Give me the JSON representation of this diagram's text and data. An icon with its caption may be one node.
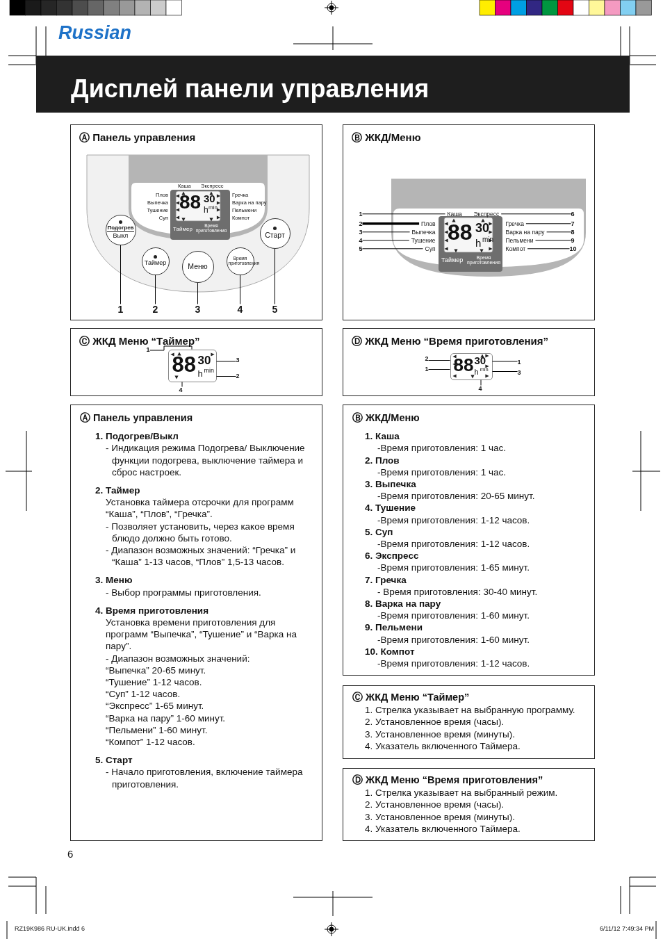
{
  "diagram": {
    "title": "Дисплей панели управления",
    "nodes": [
      {
        "text": [
          "Ⓐ Панель управления"
        ]
      },
      {
        "text": [
          "Подогрев",
          "Выкл"
        ],
        "in": 0
      },
      {
        "text": [
          "Таймер"
        ],
        "in": 0
      },
      {
        "text": [
          "Меню"
        ],
        "in": 0
      },
      {
        "text": [
          "Время приготовления"
        ],
        "in": 0
      },
      {
        "text": [
          "Старт"
        ],
        "in": 0
      },
      {
        "text": [
          "1"
        ],
        "in": 0
      },
      {
        "text": [
          "2"
        ],
        "in": 0
      },
      {
        "text": [
          "3"
        ],
        "in": 0
      },
      {
        "text": [
          "4"
        ],
        "in": 0
      },
      {
        "text": [
          "5"
        ],
        "in": 0
      },
      {
        "text": [
          "Ⓑ ЖКД/Меню"
        ]
      },
      {
        "text": [
          "Каша"
        ],
        "in": 11
      },
      {
        "text": [
          "Плов"
        ],
        "in": 11
      },
      {
        "text": [
          "Выпечка"
        ],
        "in": 11
      },
      {
        "text": [
          "Тушение"
        ],
        "in": 11
      },
      {
        "text": [
          "Суп"
        ],
        "in": 11
      },
      {
        "text": [
          "Экспресс"
        ],
        "in": 11
      },
      {
        "text": [
          "Гречка"
        ],
        "in": 11
      },
      {
        "text": [
          "Варка на пару"
        ],
        "in": 11
      },
      {
        "text": [
          "Пельмени"
        ],
        "in": 11
      },
      {
        "text": [
          "Компот"
        ],
        "in": 11
      },
      {
        "text": [
          "1"
        ],
        "in": 11
      },
      {
        "text": [
          "2"
        ],
        "in": 11
      },
      {
        "text": [
          "3"
        ],
        "in": 11
      },
      {
        "text": [
          "4"
        ],
        "in": 11
      },
      {
        "text": [
          "5"
        ],
        "in": 11
      },
      {
        "text": [
          "6"
        ],
        "in": 11
      },
      {
        "text": [
          "7"
        ],
        "in": 11
      },
      {
        "text": [
          "8"
        ],
        "in": 11
      },
      {
        "text": [
          "9"
        ],
        "in": 11
      },
      {
        "text": [
          "10"
        ],
        "in": 11
      },
      {
        "text": [
          "Ⓒ ЖКД Меню “Таймер”"
        ]
      },
      {
        "text": [
          "1"
        ],
        "in": 32
      },
      {
        "text": [
          "3"
        ],
        "in": 32
      },
      {
        "text": [
          "2"
        ],
        "in": 32
      },
      {
        "text": [
          "4"
        ],
        "in": 32
      },
      {
        "text": [
          "Ⓓ ЖКД Меню “Время приготовления”"
        ]
      },
      {
        "text": [
          "2"
        ],
        "in": 37
      },
      {
        "text": [
          "1"
        ],
        "in": 37
      },
      {
        "text": [
          "1"
        ],
        "in": 37
      },
      {
        "text": [
          "3"
        ],
        "in": 37
      },
      {
        "text": [
          "4"
        ],
        "in": 37
      },
      {
        "text": [
          "Ⓐ Панель управления",
          "1. Подогрев/Выкл",
          "- Индикация режима Подогрева/ Выключение функции подогрева, выключение таймера и сброс настроек.",
          "2. Таймер",
          "Установка таймера отсрочки для программ “Каша”, “Плов”, “Гречка”.",
          "- Позволяет установить, через какое время блюдо должно быть готово.",
          "- Диапазон возможных значений: “Гречка” и “Каша” 1-13 часов, “Плов” 1,5-13 часов.",
          "3. Меню",
          "- Выбор программы приготовления.",
          "4. Время приготовления",
          "Установка времени приготовления для программ “Выпечка”, “Тушение” и “Варка на пару”.",
          "- Диапазон возможных значений:",
          "“Выпечка” 20-65 минут.",
          "“Тушение” 1-12 часов.",
          "“Суп” 1-12 часов.",
          "“Экспресс” 1-65 минут.",
          "“Варка на пару” 1-60 минут.",
          "“Пельмени” 1-60 минут.",
          "“Компот” 1-12 часов.",
          "5. Старт",
          "- Начало приготовления, включение таймера приготовления."
        ]
      },
      {
        "text": [
          "Ⓑ ЖКД/Меню",
          "1. Каша",
          "-Время приготовления: 1 час.",
          "2. Плов",
          "-Время приготовления: 1 час.",
          "3. Выпечка",
          "-Время приготовления: 20-65 минут.",
          "4. Тушение",
          "-Время приготовления: 1-12 часов.",
          "5. Суп",
          "-Время приготовления: 1-12 часов.",
          "6. Экспресс",
          "-Время приготовления: 1-65 минут.",
          "7. Гречка",
          "- Время приготовления: 30-40 минут.",
          "8. Варка на пару",
          "-Время приготовления: 1-60 минут.",
          "9. Пельмени",
          "-Время приготовления: 1-60 минут.",
          "10. Компот",
          "-Время приготовления: 1-12 часов."
        ]
      },
      {
        "text": [
          "Ⓒ ЖКД Меню “Таймер”",
          "1. Стрелка указывает на выбранную программу.",
          "2. Установленное время (часы).",
          "3. Установленное время (минуты).",
          "4. Указатель включенного Таймера."
        ]
      },
      {
        "text": [
          "Ⓓ ЖКД Меню “Время приготовления”",
          "1. Стрелка указывает на выбранный режим.",
          "2. Установленное время (часы).",
          "3. Установленное время (минуты).",
          "4. Указатель включенного Таймера."
        ]
      },
      {
        "text": [
          "88",
          "30",
          "h",
          "min"
        ],
        "in": 32
      },
      {
        "text": [
          "88",
          "30",
          "h",
          "min"
        ],
        "in": 37
      }
    ],
    "edges": [
      {
        "from": 6,
        "to": 1,
        "arrow": "none"
      },
      {
        "from": 7,
        "to": 2,
        "arrow": "none"
      },
      {
        "from": 8,
        "to": 3,
        "arrow": "none"
      },
      {
        "from": 9,
        "to": 4,
        "arrow": "none"
      },
      {
        "from": 10,
        "to": 5,
        "arrow": "none"
      },
      {
        "from": 22,
        "to": 12,
        "arrow": "none"
      },
      {
        "from": 23,
        "to": 13,
        "arrow": "none",
        "style": "thick"
      },
      {
        "from": 24,
        "to": 14,
        "arrow": "none"
      },
      {
        "from": 25,
        "to": 15,
        "arrow": "none"
      },
      {
        "from": 26,
        "to": 16,
        "arrow": "none"
      },
      {
        "from": 27,
        "to": 17,
        "arrow": "none"
      },
      {
        "from": 28,
        "to": 18,
        "arrow": "none"
      },
      {
        "from": 29,
        "to": 19,
        "arrow": "none"
      },
      {
        "from": 30,
        "to": 20,
        "arrow": "none"
      },
      {
        "from": 31,
        "to": 21,
        "arrow": "none"
      },
      {
        "from": 33,
        "to": 47,
        "arrow": "none"
      },
      {
        "from": 34,
        "to": 47,
        "arrow": "none"
      },
      {
        "from": 35,
        "to": 47,
        "arrow": "none"
      },
      {
        "from": 36,
        "to": 47,
        "arrow": "none"
      },
      {
        "from": 38,
        "to": 48,
        "arrow": "none"
      },
      {
        "from": 39,
        "to": 48,
        "arrow": "none"
      },
      {
        "from": 40,
        "to": 48,
        "arrow": "none"
      },
      {
        "from": 41,
        "to": 48,
        "arrow": "none"
      },
      {
        "from": 42,
        "to": 48,
        "arrow": "none"
      }
    ],
    "labels": [
      "Russian",
      "Каша",
      "Экспресс",
      "Плов",
      "Гречка",
      "Выпечка",
      "Варка на пару",
      "Тушение",
      "Пельмени",
      "Суп",
      "Компот",
      "88",
      "30",
      "h",
      "min",
      "Таймер",
      "Время приготовления",
      "88",
      "30",
      "h",
      "min",
      "Таймер",
      "Время приготовления",
      "6",
      "RZ19K986 RU-UK.indd 6",
      "6/11/12 7:49:34 PM"
    ]
  }
}
